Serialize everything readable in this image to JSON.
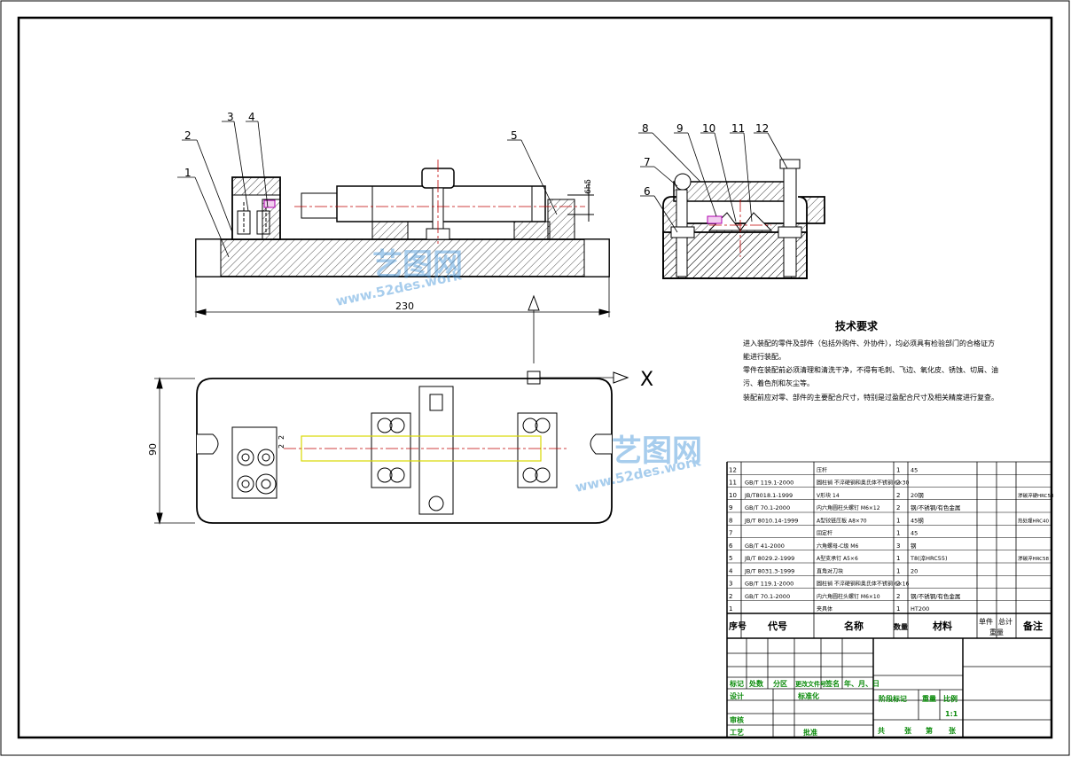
{
  "balloons": [
    "1",
    "2",
    "3",
    "4",
    "5",
    "6",
    "7",
    "8",
    "9",
    "10",
    "11",
    "12"
  ],
  "dims": {
    "width": "230",
    "height": "90",
    "small_tol": "6h5",
    "gap_a": "2",
    "gap_b": "2"
  },
  "view_mark": "X",
  "tech": {
    "title": "技术要求",
    "lines": [
      "进入装配的零件及部件（包括外购件、外协件），均必须具有检验部门的合格证方",
      "能进行装配。",
      "零件在装配前必须清理和清洗干净，不得有毛刺、飞边、氧化皮、锈蚀、切屑、油",
      "污、着色剂和灰尘等。",
      "装配前应对零、部件的主要配合尺寸，特别是过盈配合尺寸及相关精度进行复查。"
    ]
  },
  "bom": [
    {
      "no": "12",
      "code": "",
      "name": "压杆",
      "qty": "1",
      "mat": "45",
      "note": ""
    },
    {
      "no": "11",
      "code": "GB/T 119.1-2000",
      "name": "圆柱销 不淬硬钢和奥氏体不锈钢 6×30",
      "qty": "2",
      "mat": "",
      "note": ""
    },
    {
      "no": "10",
      "code": "JB/T8018.1-1999",
      "name": "V形块 14",
      "qty": "2",
      "mat": "20钢",
      "note": "渗碳淬硬HRC58"
    },
    {
      "no": "9",
      "code": "GB/T 70.1-2000",
      "name": "内六角圆柱头螺钉 M6×12",
      "qty": "2",
      "mat": "钢/不锈钢/有色金属",
      "note": ""
    },
    {
      "no": "8",
      "code": "JB/T 8010.14-1999",
      "name": "A型铰链压板 A8×70",
      "qty": "1",
      "mat": "45钢",
      "note": "热处理HRC40"
    },
    {
      "no": "7",
      "code": "",
      "name": "固定杆",
      "qty": "1",
      "mat": "45",
      "note": ""
    },
    {
      "no": "6",
      "code": "GB/T 41-2000",
      "name": "六角螺母-C级 M6",
      "qty": "3",
      "mat": "钢",
      "note": ""
    },
    {
      "no": "5",
      "code": "JB/T 8029.2-1999",
      "name": "A型支承钉 A5×6",
      "qty": "1",
      "mat": "T8(淬HRC55)",
      "note": "渗碳淬HRC58"
    },
    {
      "no": "4",
      "code": "JB/T 8031.3-1999",
      "name": "直角对刀块",
      "qty": "1",
      "mat": "20",
      "note": ""
    },
    {
      "no": "3",
      "code": "GB/T 119.1-2000",
      "name": "圆柱销 不淬硬钢和奥氏体不锈钢 6×16",
      "qty": "2",
      "mat": "",
      "note": ""
    },
    {
      "no": "2",
      "code": "GB/T 70.1-2000",
      "name": "内六角圆柱头螺钉 M6×10",
      "qty": "2",
      "mat": "钢/不锈钢/有色金属",
      "note": ""
    },
    {
      "no": "1",
      "code": "",
      "name": "夹具体",
      "qty": "1",
      "mat": "HT200",
      "note": ""
    }
  ],
  "bom_header": {
    "no": "序号",
    "code": "代号",
    "name": "名称",
    "qty": "数量",
    "mat": "材料",
    "unit": "单件",
    "total": "总计",
    "weight": "重量",
    "note": "备注"
  },
  "title_block": {
    "mark": "标记",
    "count": "处数",
    "zone": "分区",
    "docno": "更改文件号",
    "sign": "签名",
    "date": "年、月、日",
    "design": "设计",
    "std": "标准化",
    "phase": "阶段标记",
    "weight": "重量",
    "scale": "比例",
    "scale_val": "1:1",
    "review": "审核",
    "process": "工艺",
    "approve": "批准",
    "sheets": "共",
    "sheet_unit": "张",
    "sheet_no": "第",
    "sheet_unit2": "张"
  },
  "watermark": {
    "name": "艺图网",
    "url": "www.52des.work"
  }
}
